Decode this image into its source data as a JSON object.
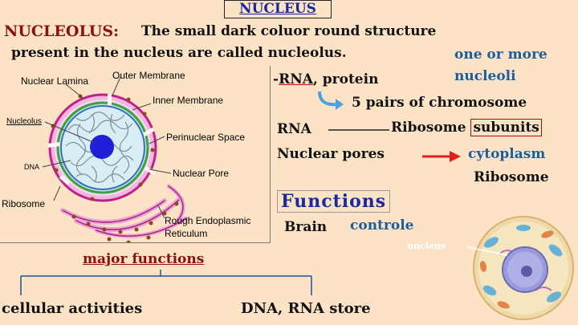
{
  "title": "NUCLEUS",
  "definition": {
    "term": "NUCLEOLUS:",
    "line1": "The small dark coluor round structure",
    "line2": "present in the nucleus are called nucleolus.",
    "note1": "one or more",
    "note2": "nucleoli"
  },
  "diagram_labels": {
    "nuclear_lamina": "Nuclear Lamina",
    "outer_membrane": "Outer Membrane",
    "inner_membrane": "Inner Membrane",
    "nucleolus": "Nucleolus",
    "perinuclear_space": "Perinuclear Space",
    "dna": "DNA",
    "nuclear_pore": "Nuclear Pore",
    "ribosome": "Ribosome",
    "rough_er_1": "Rough Endoplasmic",
    "rough_er_2": "Reticulum"
  },
  "notes": {
    "rna": "RNA",
    "protein_suffix": ", protein",
    "prefix": "-",
    "chromosome": "5 pairs of chromosome",
    "rna_label": "RNA",
    "ribosome": "Ribosome",
    "subunits": "subunits",
    "nuclear_pores": "Nuclear pores",
    "cytoplasm": "cytoplasm",
    "ribosome_right": "Ribosome"
  },
  "functions": {
    "heading": "Functions",
    "brain": "Brain",
    "controle": "controle",
    "cell_label": "nucleus"
  },
  "major": {
    "heading": "major functions",
    "left": "cellular activities",
    "right": "DNA, RNA store"
  },
  "colors": {
    "background": "#fde3c5",
    "title_blue": "#1b2a9b",
    "accent_red": "#8b1010",
    "note_blue": "#1b5e9e",
    "arrow_red": "#e0201a"
  }
}
